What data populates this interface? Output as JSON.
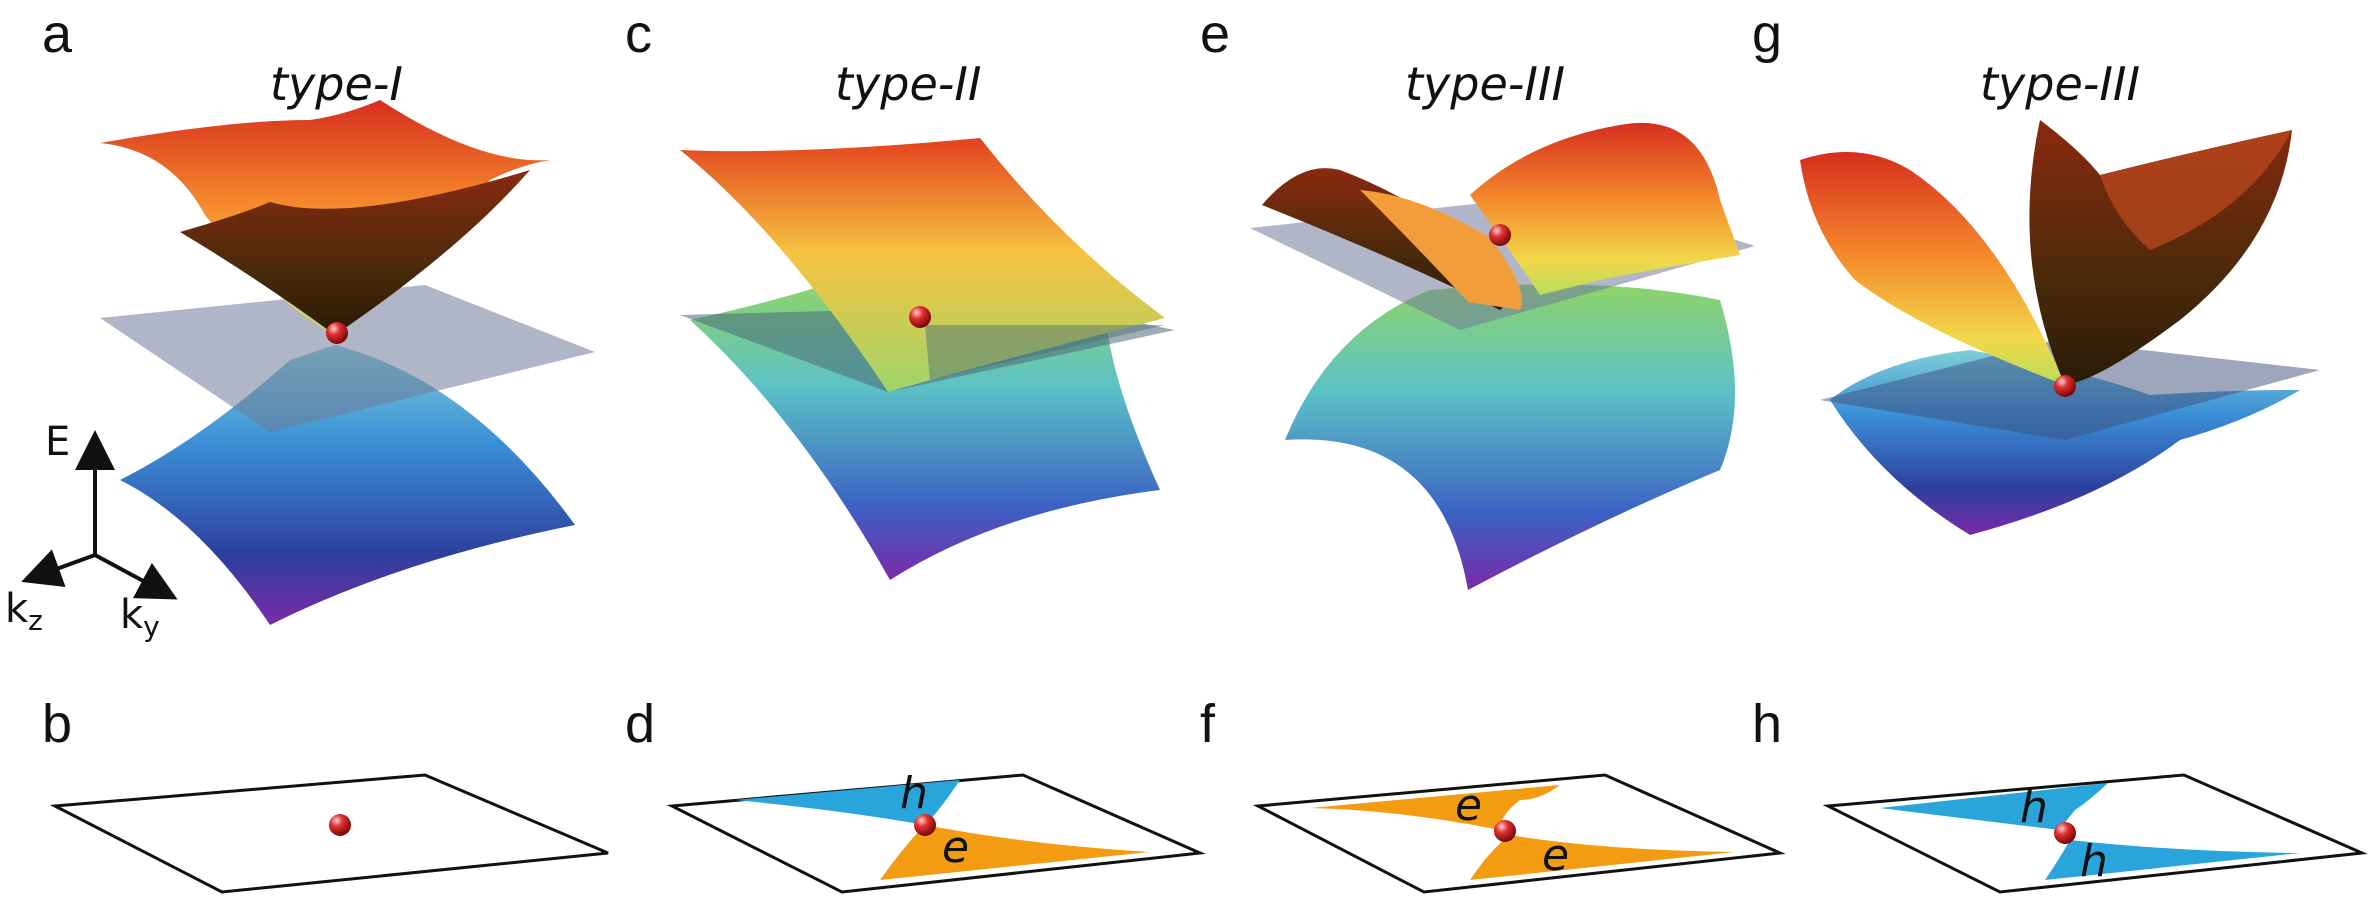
{
  "panels": {
    "a": {
      "letter": "a",
      "title": "type-I"
    },
    "b": {
      "letter": "b"
    },
    "c": {
      "letter": "c",
      "title": "type-II"
    },
    "d": {
      "letter": "d",
      "upper_pocket": "h",
      "lower_pocket": "e"
    },
    "e": {
      "letter": "e",
      "title": "type-III"
    },
    "f": {
      "letter": "f",
      "upper_pocket": "e",
      "lower_pocket": "e"
    },
    "g": {
      "letter": "g",
      "title": "type-III"
    },
    "h": {
      "letter": "h",
      "upper_pocket": "h",
      "lower_pocket": "h"
    }
  },
  "axes": {
    "energy": "E",
    "kz_base": "k",
    "kz_sub": "z",
    "ky_base": "k",
    "ky_sub": "y"
  },
  "colors": {
    "electron_pocket": "#f39c12",
    "hole_pocket": "#2aa5dc",
    "fermi_plane": "#6f7a99",
    "weyl_point": "#d82020"
  }
}
